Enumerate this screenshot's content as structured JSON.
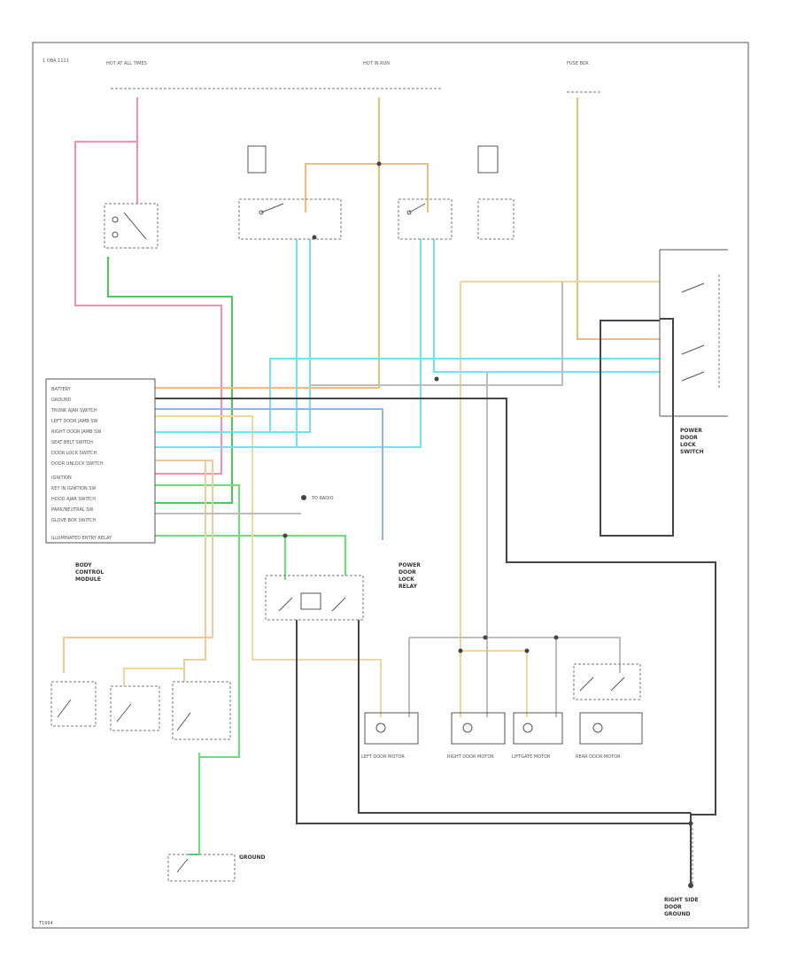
{
  "diagram": {
    "page_code": "1 OBA 1111",
    "figure_number": "T1994",
    "wire_colors": {
      "pink": "#f48fb1",
      "orange": "#f7b878",
      "light_orange": "#f9c89a",
      "light_green": "#66e07a",
      "green": "#44cc55",
      "cyan": "#6fe3ee",
      "light_blue": "#8fb3f5",
      "yellow_tan": "#f0d89a",
      "dark_gray": "#444444",
      "gray": "#bdbdbd"
    },
    "top_sources": [
      "HOT AT ALL TIMES",
      "HOT IN RUN",
      "FUSE BOX"
    ],
    "modules": {
      "bcm_label": [
        "BODY",
        "CONTROL",
        "MODULE"
      ],
      "bcm_pins": [
        "BATTERY",
        "GROUND",
        "TRUNK AJAR SWITCH",
        "LEFT DOOR JAMB SW",
        "RIGHT DOOR JAMB SW",
        "SEAT BELT SWITCH",
        "DOOR LOCK SWITCH",
        "DOOR UNLOCK SWITCH",
        "IGNITION",
        "KEY IN IGNITION SW",
        "HOOD AJAR SWITCH",
        "PARK/NEUTRAL SW",
        "GLOVE BOX SWITCH",
        "ILLUMINATED ENTRY RELAY"
      ],
      "right_switch_label": [
        "POWER",
        "DOOR",
        "LOCK",
        "SWITCH"
      ],
      "center_label": [
        "POWER",
        "DOOR",
        "LOCK",
        "RELAY"
      ],
      "bottom_right_label": [
        "RIGHT SIDE",
        "DOOR",
        "GROUND"
      ],
      "bottom_ground_label": [
        "GROUND"
      ],
      "to_elsewhere": "TO RADIO"
    },
    "motors": [
      "LEFT DOOR MOTOR",
      "RIGHT DOOR MOTOR",
      "LIFTGATE MOTOR",
      "REAR DOOR MOTOR"
    ]
  }
}
